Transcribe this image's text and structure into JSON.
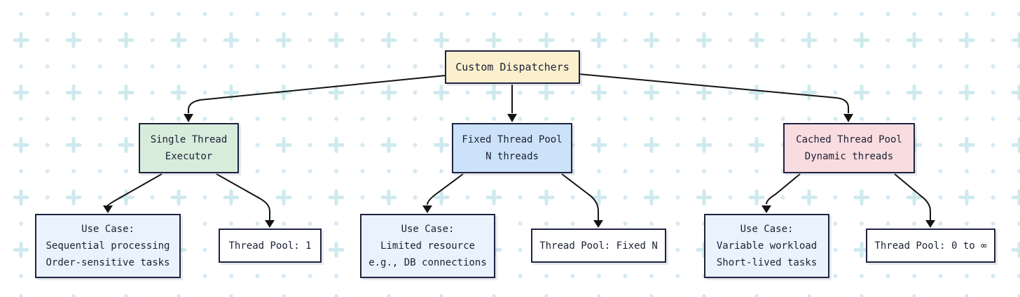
{
  "diagram": {
    "title": "Custom Dispatchers",
    "root": {
      "label": "Custom Dispatchers",
      "bg": "#FBF0CD"
    },
    "branches": [
      {
        "id": "single-thread-executor",
        "node": {
          "lines": [
            "Single Thread",
            "Executor"
          ],
          "bg": "#D8ECDC"
        },
        "use_case": {
          "lines": [
            "Use Case:",
            "Sequential processing",
            "Order-sensitive tasks"
          ],
          "bg": "#E9F2FD"
        },
        "thread_pool": {
          "label": "Thread Pool: 1",
          "bg": "#FFFFFF"
        }
      },
      {
        "id": "fixed-thread-pool",
        "node": {
          "lines": [
            "Fixed Thread Pool",
            "N threads"
          ],
          "bg": "#CBE2F9"
        },
        "use_case": {
          "lines": [
            "Use Case:",
            "Limited resource",
            "e.g., DB connections"
          ],
          "bg": "#E9F2FD"
        },
        "thread_pool": {
          "label": "Thread Pool: Fixed N",
          "bg": "#FFFFFF"
        }
      },
      {
        "id": "cached-thread-pool",
        "node": {
          "lines": [
            "Cached Thread Pool",
            "Dynamic threads"
          ],
          "bg": "#F9DCE0"
        },
        "use_case": {
          "lines": [
            "Use Case:",
            "Variable workload",
            "Short-lived tasks"
          ],
          "bg": "#E9F2FD"
        },
        "thread_pool": {
          "label": "Thread Pool: 0 to ∞",
          "bg": "#FFFFFF"
        }
      }
    ],
    "colors": {
      "border": "#1E2240",
      "text": "#1B2034",
      "arrow": "#141414",
      "pattern_dot": "#D6E9F4",
      "pattern_plus": "#CEEAEE",
      "background": "#FFFFFF"
    }
  }
}
